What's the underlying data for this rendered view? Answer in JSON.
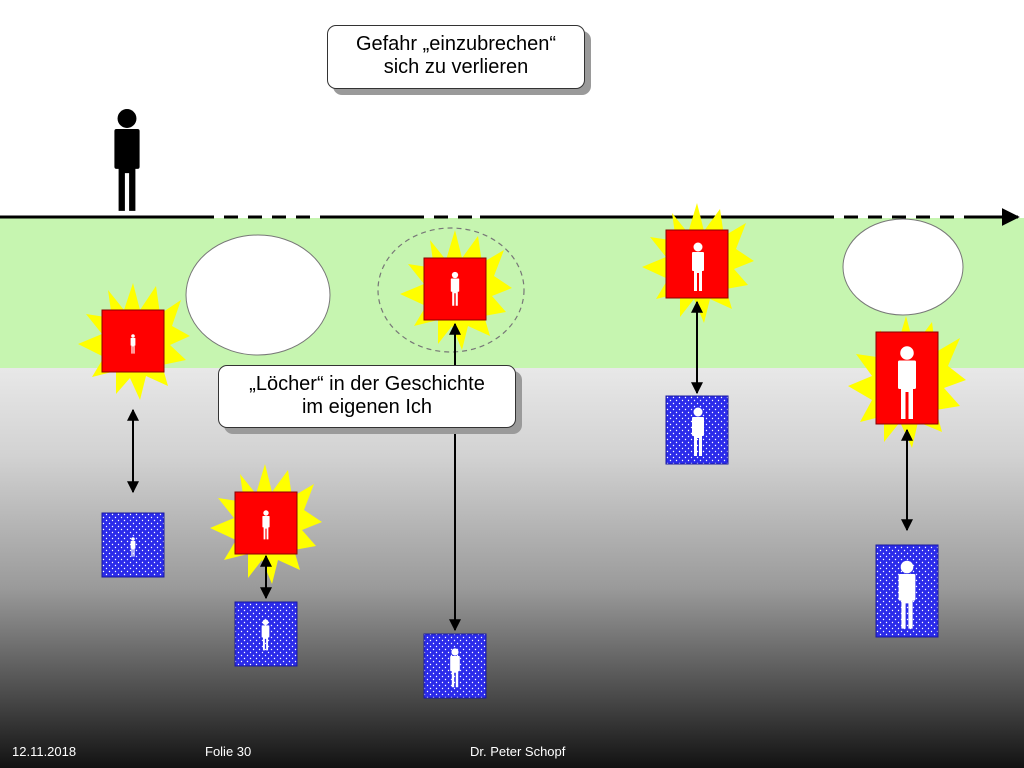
{
  "callouts": {
    "top": {
      "line1": "Gefahr „einzubrechen“",
      "line2": "sich zu verlieren"
    },
    "middle": {
      "line1": "„Löcher“ in der Geschichte",
      "line2": "im eigenen Ich"
    }
  },
  "footer": {
    "date": "12.11.2018",
    "slide": "Folie 30",
    "author": "Dr. Peter Schopf"
  },
  "colors": {
    "green_band": "#c6f5b0",
    "burst": "#ffff00",
    "red_box": "#ff0000",
    "blue_box": "#2b2bea",
    "figure_light": "#ffffff",
    "figure_dark": "#000000"
  }
}
